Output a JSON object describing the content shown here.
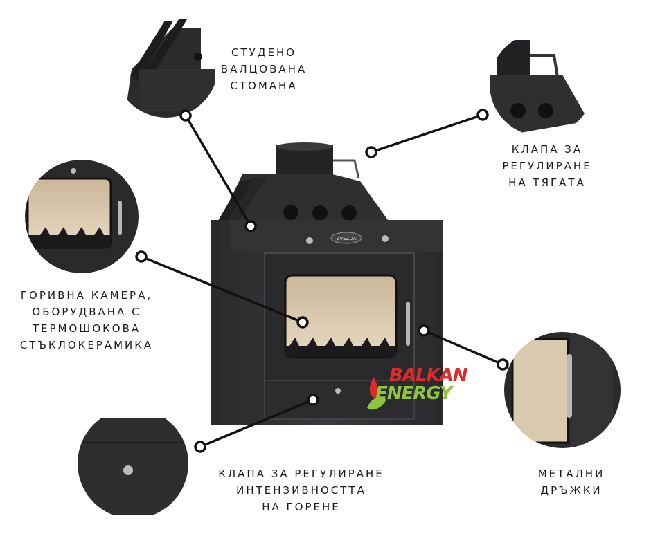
{
  "labels": {
    "steel": [
      "СТУДЕНО",
      "ВАЛЦОВАНА",
      "СТОМАНА"
    ],
    "draft": [
      "КЛАПА ЗА",
      "РЕГУЛИРАНЕ",
      "НА ТЯГАТА"
    ],
    "chamber": [
      "ГОРИВНА КАМЕРА,",
      "ОБОРУДВАНА С",
      "ТЕРМОШОКОВА",
      "СТЪКЛОКЕРАМИКА"
    ],
    "burn": [
      "КЛАПА ЗА РЕГУЛИРАНЕ",
      "ИНТЕНЗИВНОСТТА",
      "НА ГОРЕНЕ"
    ],
    "handles": [
      "МЕТАЛНИ",
      "ДРЪЖКИ"
    ]
  },
  "brand": {
    "line1": "BALKAN",
    "line2": "ENERGY",
    "plate": "ZVEZDA"
  },
  "colors": {
    "steel": "#2e2e30",
    "dark": "#1f1f21",
    "glass": "#d9c9ae",
    "accent": "#111111"
  }
}
